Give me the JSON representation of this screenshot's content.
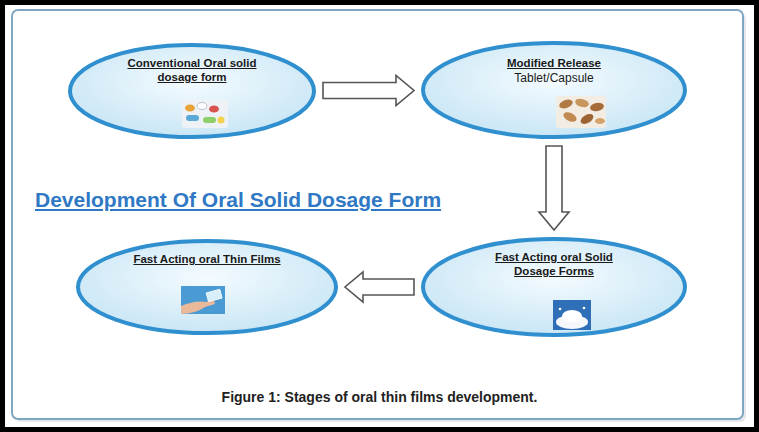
{
  "diagram": {
    "title": "Development Of Oral Solid Dosage Form",
    "caption": "Figure 1: Stages of oral thin films development.",
    "nodes": [
      {
        "text": [
          "Conventional Oral solid dosage form"
        ]
      },
      {
        "text": [
          "Modified Release",
          "Tablet/Capsule"
        ]
      },
      {
        "text": [
          "Fast Acting oral Solid Dosage Forms"
        ]
      },
      {
        "text": [
          "Fast Acting oral Thin Films"
        ]
      }
    ],
    "edges": [
      {
        "from": 0,
        "to": 1,
        "arrow": "to"
      },
      {
        "from": 1,
        "to": 2,
        "arrow": "to"
      },
      {
        "from": 2,
        "to": 3,
        "arrow": "to"
      }
    ]
  }
}
